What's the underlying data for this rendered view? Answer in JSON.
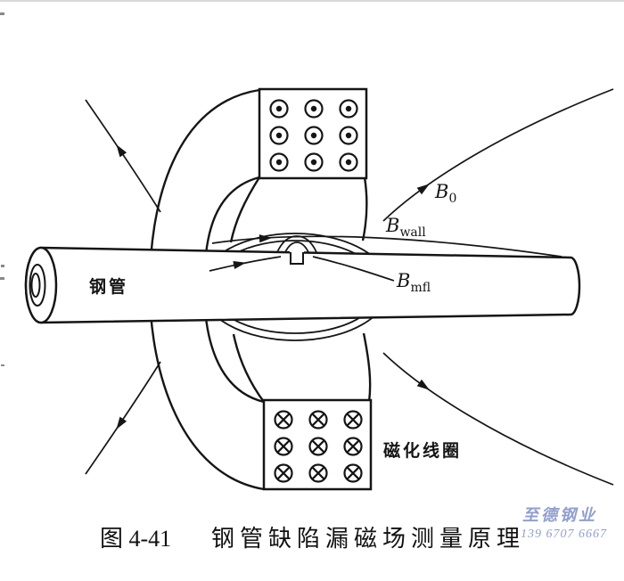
{
  "figure_caption": {
    "number": "图 4-41",
    "title": "钢管缺陷漏磁场测量原理"
  },
  "labels": {
    "pipe": "钢管",
    "magnetizing_coil": "磁化线圈",
    "b0": {
      "main": "B",
      "sub": "0"
    },
    "b_wall": {
      "main": "B",
      "sub": "wall"
    },
    "b_mfl": {
      "main": "B",
      "sub": "mfl"
    }
  },
  "icons": {
    "top_coil_symbol": "current-out-of-page-dot-circle",
    "bottom_coil_symbol": "current-into-page-cross-circle"
  },
  "watermark": {
    "line1": "至德钢业",
    "line2": "139 6707 6667",
    "color": "#7d8fc5"
  },
  "colors": {
    "ink": "#151515",
    "paper": "#ffffff"
  }
}
